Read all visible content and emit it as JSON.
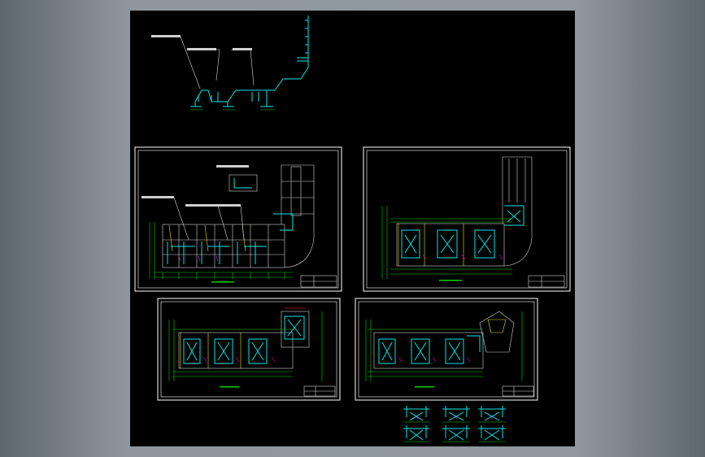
{
  "app": {
    "title": "",
    "background_color": "#8e979f",
    "canvas_color": "#000000"
  },
  "colors": {
    "frame": "#ffffff",
    "pipe": "#00e6e6",
    "dimension": "#00d000",
    "accent_magenta": "#ff00ff",
    "accent_yellow": "#e8e800"
  },
  "drawing_sheets": [
    {
      "id": "riser-diagram",
      "type": "system-diagram"
    },
    {
      "id": "plan-sheet-1",
      "type": "floor-plan"
    },
    {
      "id": "plan-sheet-2",
      "type": "floor-plan"
    },
    {
      "id": "plan-sheet-3",
      "type": "floor-plan"
    },
    {
      "id": "plan-sheet-4",
      "type": "floor-plan"
    },
    {
      "id": "detail-units",
      "type": "detail"
    }
  ]
}
